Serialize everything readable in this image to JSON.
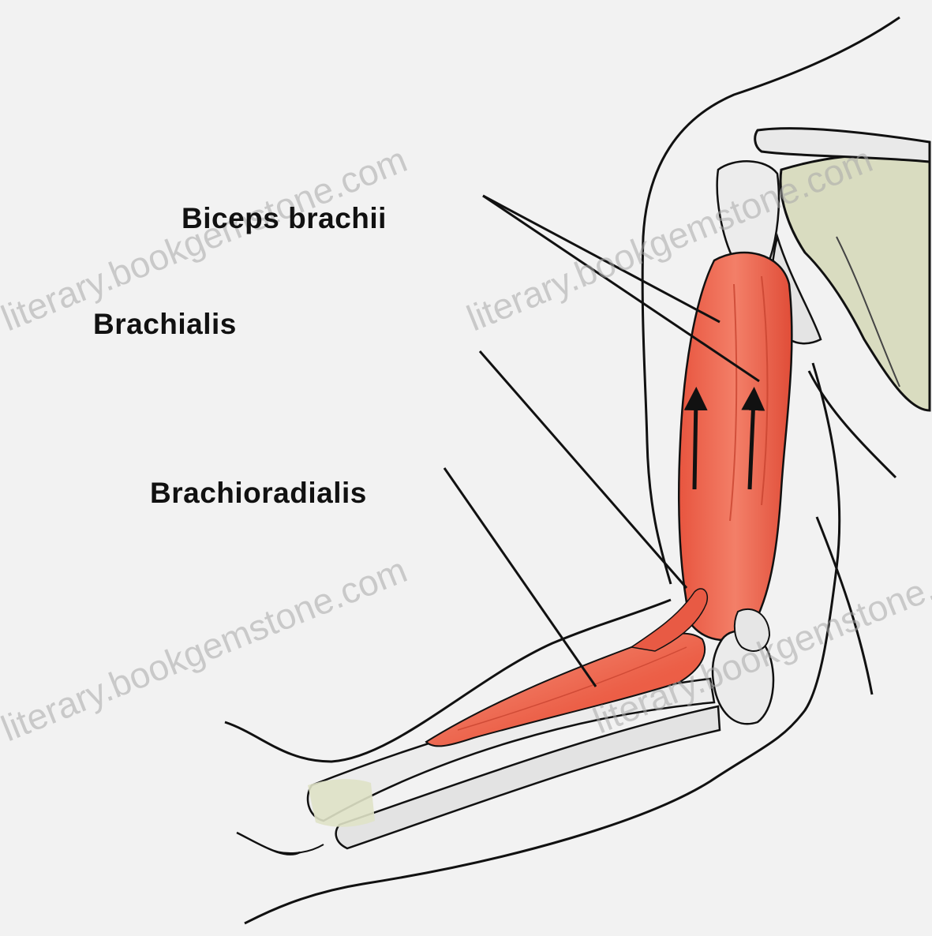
{
  "labels": {
    "biceps": "Biceps brachii",
    "brachialis": "Brachialis",
    "brachioradialis": "Brachioradialis"
  },
  "watermarks": {
    "left_mid": "literary.bookgemstone.com",
    "left_low": "literary.bookgemstone.com",
    "right_upper": "literary.bookgemstone.com",
    "right_low": "literary.bookgemstone.com"
  },
  "colors": {
    "background": "#f2f2f2",
    "muscle": "#ee5a45",
    "muscle_light": "#f58a74",
    "bone": "#e9e9e9",
    "scapula": "#d9dcc0",
    "outline": "#111111"
  }
}
